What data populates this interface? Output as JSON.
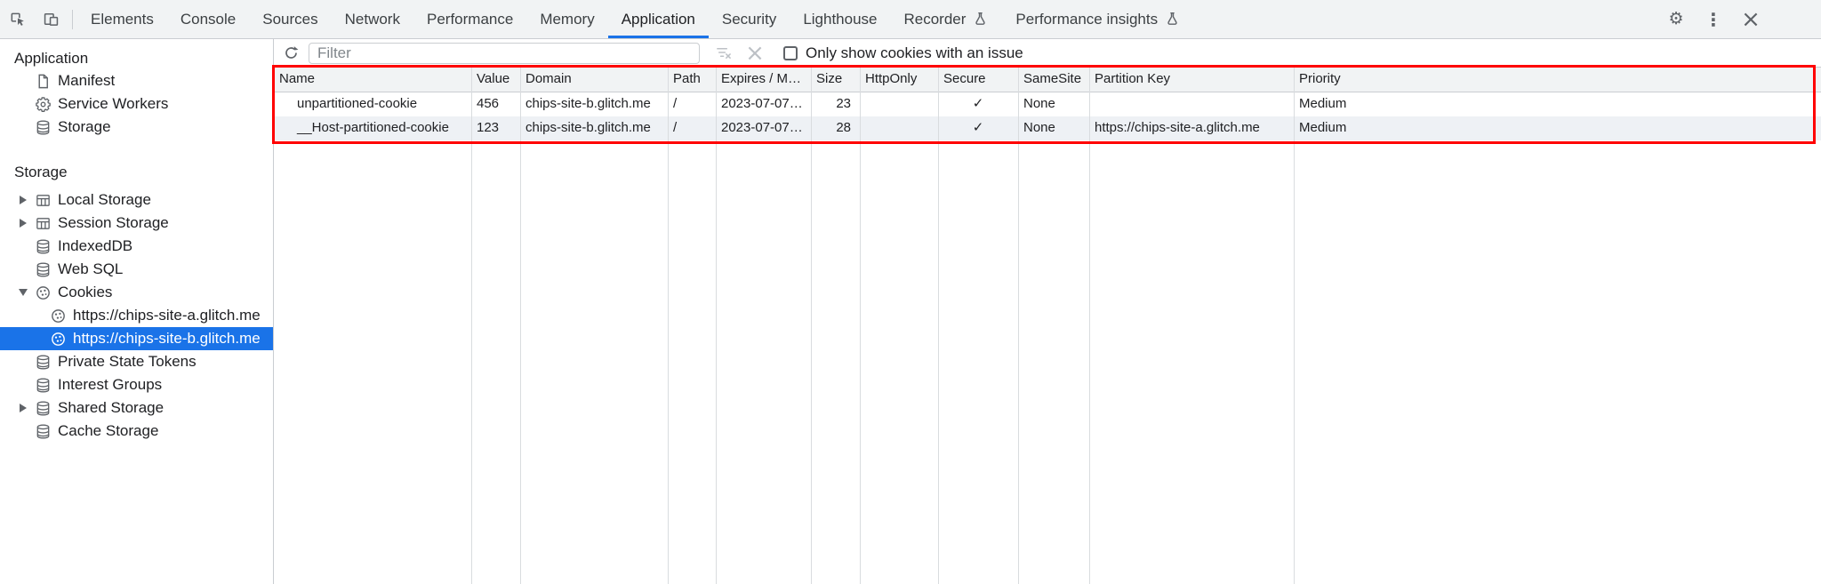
{
  "colors": {
    "accent": "#1a73e8",
    "selected_item_bg": "#1a73e8",
    "highlight_box": "#ff0000",
    "tabbar_bg": "#f1f3f4"
  },
  "tabbar": {
    "tabs": [
      {
        "label": "Elements"
      },
      {
        "label": "Console"
      },
      {
        "label": "Sources"
      },
      {
        "label": "Network"
      },
      {
        "label": "Performance"
      },
      {
        "label": "Memory"
      },
      {
        "label": "Application",
        "selected": true
      },
      {
        "label": "Security"
      },
      {
        "label": "Lighthouse"
      },
      {
        "label": "Recorder",
        "experiment": true
      },
      {
        "label": "Performance insights",
        "experiment": true
      }
    ]
  },
  "sidebar": {
    "sections": [
      {
        "header": "Application",
        "items": [
          {
            "label": "Manifest",
            "icon": "document-icon"
          },
          {
            "label": "Service Workers",
            "icon": "gear-icon"
          },
          {
            "label": "Storage",
            "icon": "database-icon"
          }
        ]
      },
      {
        "header": "Storage",
        "items": [
          {
            "label": "Local Storage",
            "icon": "table-icon",
            "expandable": true
          },
          {
            "label": "Session Storage",
            "icon": "table-icon",
            "expandable": true
          },
          {
            "label": "IndexedDB",
            "icon": "database-icon"
          },
          {
            "label": "Web SQL",
            "icon": "database-icon"
          },
          {
            "label": "Cookies",
            "icon": "cookie-icon",
            "expanded": true
          },
          {
            "label": "https://chips-site-a.glitch.me",
            "icon": "cookie-icon",
            "child": true
          },
          {
            "label": "https://chips-site-b.glitch.me",
            "icon": "cookie-icon",
            "child": true,
            "selected": true
          },
          {
            "label": "Private State Tokens",
            "icon": "database-icon"
          },
          {
            "label": "Interest Groups",
            "icon": "database-icon"
          },
          {
            "label": "Shared Storage",
            "icon": "database-icon",
            "expandable": true
          },
          {
            "label": "Cache Storage",
            "icon": "database-icon"
          }
        ]
      }
    ]
  },
  "cookies_toolbar": {
    "filter_placeholder": "Filter",
    "only_issue_label": "Only show cookies with an issue",
    "checkbox_checked": false
  },
  "cookies_table": {
    "columns": [
      "Name",
      "Value",
      "Domain",
      "Path",
      "Expires / M…",
      "Size",
      "HttpOnly",
      "Secure",
      "SameSite",
      "Partition Key",
      "Priority"
    ],
    "rows": [
      {
        "name": "unpartitioned-cookie",
        "value": "456",
        "domain": "chips-site-b.glitch.me",
        "path": "/",
        "expires": "2023-07-07…",
        "size": "23",
        "http_only": "",
        "secure": "✓",
        "same_site": "None",
        "partition_key": "",
        "priority": "Medium"
      },
      {
        "name": "__Host-partitioned-cookie",
        "value": "123",
        "domain": "chips-site-b.glitch.me",
        "path": "/",
        "expires": "2023-07-07…",
        "size": "28",
        "http_only": "",
        "secure": "✓",
        "same_site": "None",
        "partition_key": "https://chips-site-a.glitch.me",
        "priority": "Medium"
      }
    ]
  }
}
